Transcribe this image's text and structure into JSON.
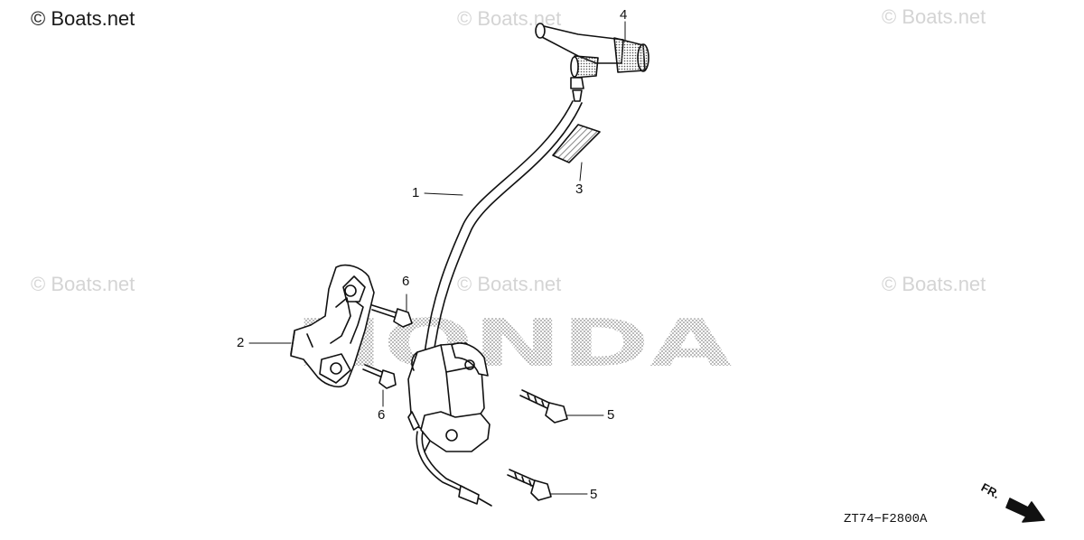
{
  "watermarks": {
    "main": "© Boats.net",
    "faint": "© Boats.net"
  },
  "brand_text": "HONDA",
  "callouts": [
    "1",
    "2",
    "3",
    "4",
    "5",
    "5",
    "6",
    "6"
  ],
  "diagram_code": "ZT74−F2800A",
  "direction_label": "FR.",
  "colors": {
    "line": "#111111",
    "watermark": "#d4d4d4",
    "brand_dots": "#9a9a9a"
  }
}
